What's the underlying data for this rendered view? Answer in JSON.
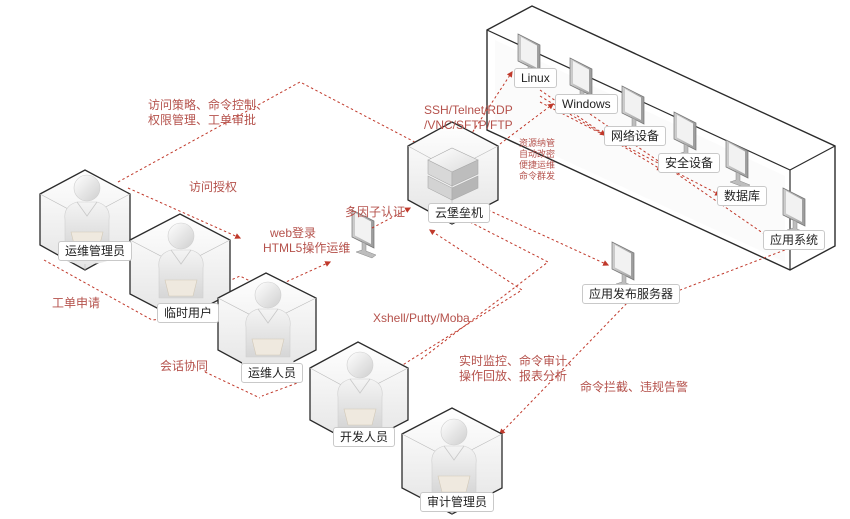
{
  "people": [
    {
      "id": "ops-admin",
      "label": "运维管理员"
    },
    {
      "id": "temp-user",
      "label": "临时用户"
    },
    {
      "id": "ops-staff",
      "label": "运维人员"
    },
    {
      "id": "developer",
      "label": "开发人员"
    },
    {
      "id": "audit-admin",
      "label": "审计管理员"
    }
  ],
  "bastion": {
    "label": "云堡垒机"
  },
  "targets": {
    "linux": "Linux",
    "windows": "Windows",
    "network": "网络设备",
    "security": "安全设备",
    "database": "数据库",
    "appsys": "应用系统",
    "app_publish": "应用发布服务器"
  },
  "annotations": {
    "access_policy_1": "访问策略、命令控制、",
    "access_policy_2": "权限管理、工单审批",
    "access_auth": "访问授权",
    "ticket_request": "工单申请",
    "session_collab": "会话协同",
    "web_login": "web登录",
    "html5_ops": "HTML5操作运维",
    "mfa": "多因子认证",
    "protocols_1": "SSH/Telnet/RDP",
    "protocols_2": "/VNC/SFTP/FTP",
    "res_1": "资源纳管",
    "res_2": "自动改密",
    "res_3": "便捷运维",
    "res_4": "命令群发",
    "clients": "Xshell/Putty/Moba",
    "monitor_1": "实时监控、命令审计、",
    "monitor_2": "操作回放、报表分析",
    "cmd_block": "命令拦截、违规告警"
  },
  "colors": {
    "accent": "#b5524c",
    "line": "#c0392b",
    "box_edge": "#2b2b2b"
  }
}
